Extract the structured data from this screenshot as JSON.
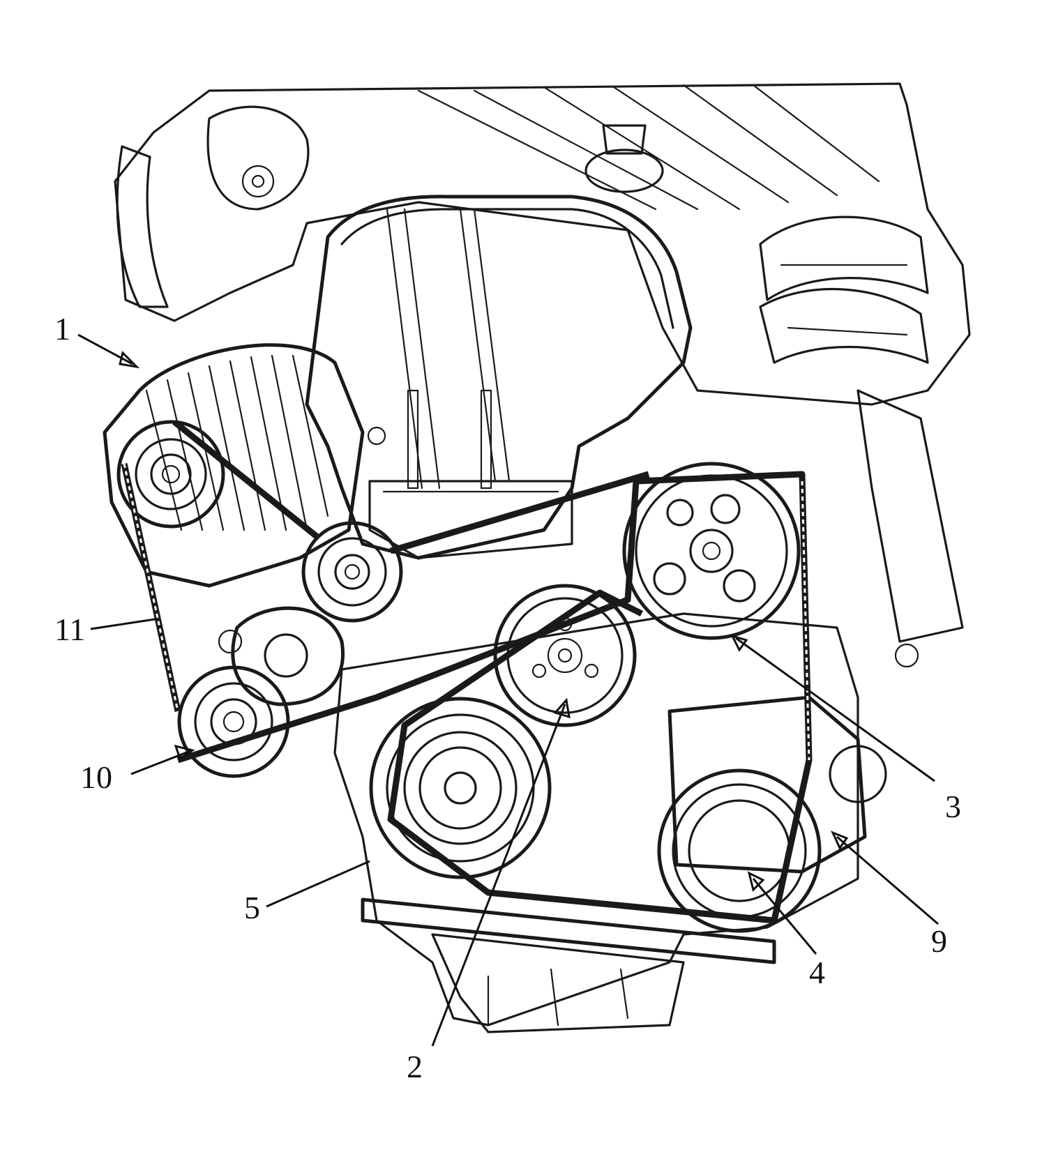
{
  "figure": {
    "background_color": "#ffffff",
    "line_color": "#1a1a1a",
    "callouts": [
      {
        "id": "1",
        "label": "1"
      },
      {
        "id": "11",
        "label": "11"
      },
      {
        "id": "10",
        "label": "10"
      },
      {
        "id": "5",
        "label": "5"
      },
      {
        "id": "2",
        "label": "2"
      },
      {
        "id": "4",
        "label": "4"
      },
      {
        "id": "9",
        "label": "9"
      },
      {
        "id": "3",
        "label": "3"
      }
    ]
  }
}
